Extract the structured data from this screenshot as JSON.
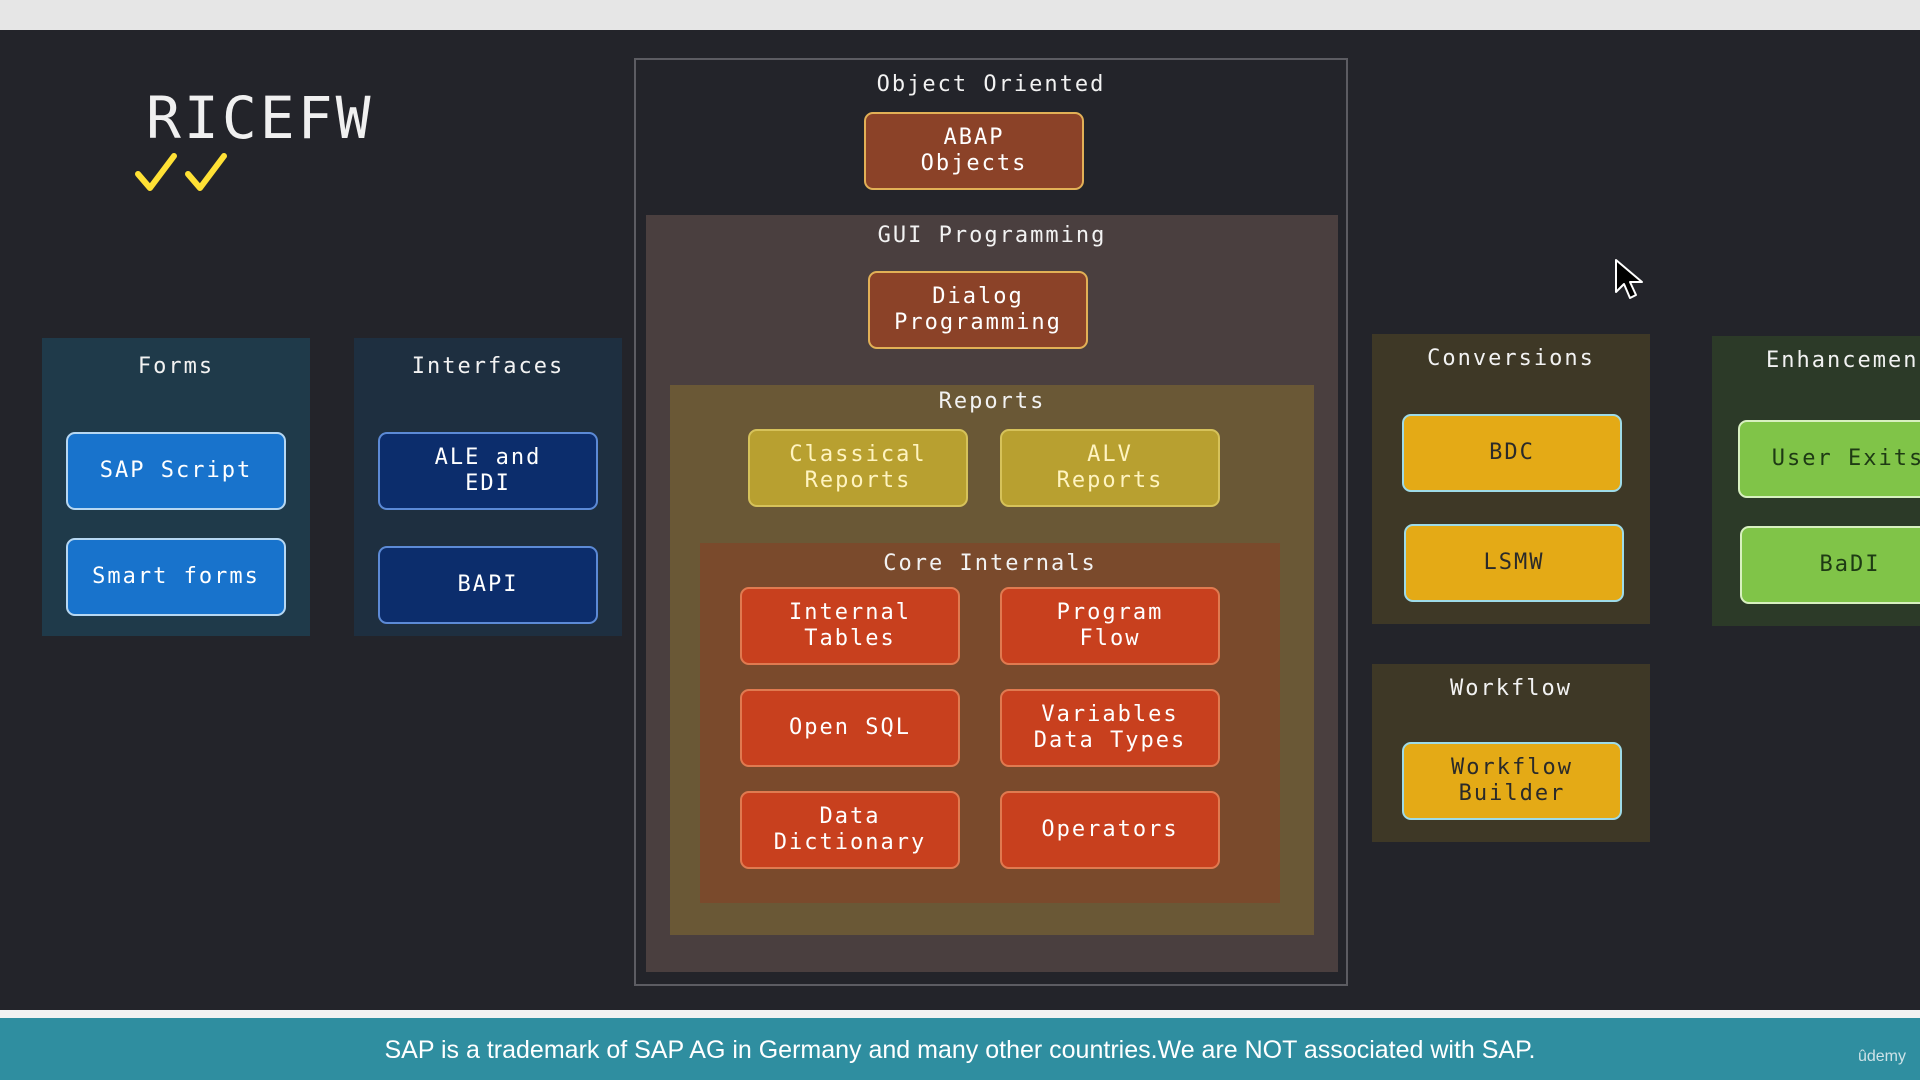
{
  "title": "RICEFW",
  "checkmarks": "✓✓",
  "forms": {
    "label": "Forms",
    "items": [
      "SAP Script",
      "Smart forms"
    ]
  },
  "interfaces": {
    "label": "Interfaces",
    "items": [
      "ALE and\nEDI",
      "BAPI"
    ]
  },
  "object_oriented": {
    "label": "Object Oriented",
    "item": "ABAP\nObjects"
  },
  "gui_programming": {
    "label": "GUI Programming",
    "item": "Dialog\nProgramming"
  },
  "reports": {
    "label": "Reports",
    "items": [
      "Classical\nReports",
      "ALV\nReports"
    ]
  },
  "core_internals": {
    "label": "Core Internals",
    "items": [
      "Internal\nTables",
      "Program\nFlow",
      "Open SQL",
      "Variables\nData Types",
      "Data\nDictionary",
      "Operators"
    ]
  },
  "conversions": {
    "label": "Conversions",
    "items": [
      "BDC",
      "LSMW"
    ]
  },
  "workflow": {
    "label": "Workflow",
    "item": "Workflow\nBuilder"
  },
  "enhancements": {
    "label": "Enhancemen",
    "items": [
      "User Exits",
      "BaDI"
    ]
  },
  "footer": {
    "notice": "SAP is a trademark of SAP AG in Germany and many other countries.We are NOT associated with SAP.",
    "brand": "ûdemy"
  },
  "colors": {
    "background": "#23242a",
    "footer_bar": "#2f8ea0",
    "checkmark": "#ffe135",
    "forms_button": "#1873cc",
    "interfaces_button": "#0c2d6c",
    "core_button": "#c8401e",
    "conversion_button": "#e4aa16",
    "enhancement_button": "#80c448"
  },
  "icons": {
    "checkmark": "checkmark-icon",
    "cursor": "mouse-cursor-icon"
  }
}
